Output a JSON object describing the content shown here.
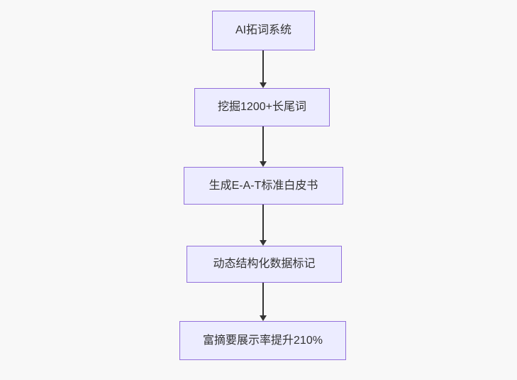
{
  "diagram": {
    "type": "flowchart",
    "direction": "top-down",
    "nodes": [
      {
        "id": "n1",
        "label": "AI拓词系统"
      },
      {
        "id": "n2",
        "label": "挖掘1200+长尾词"
      },
      {
        "id": "n3",
        "label": "生成E-A-T标准白皮书"
      },
      {
        "id": "n4",
        "label": "动态结构化数据标记"
      },
      {
        "id": "n5",
        "label": "富摘要展示率提升210%"
      }
    ],
    "edges": [
      {
        "from": "n1",
        "to": "n2",
        "arrow": "down"
      },
      {
        "from": "n2",
        "to": "n3",
        "arrow": "down"
      },
      {
        "from": "n3",
        "to": "n4",
        "arrow": "down"
      },
      {
        "from": "n4",
        "to": "n5",
        "arrow": "down"
      }
    ],
    "colors": {
      "background": "#f8f8f8",
      "node_fill": "#ececff",
      "node_border": "#9370db",
      "edge": "#333333",
      "text": "#333333"
    }
  }
}
